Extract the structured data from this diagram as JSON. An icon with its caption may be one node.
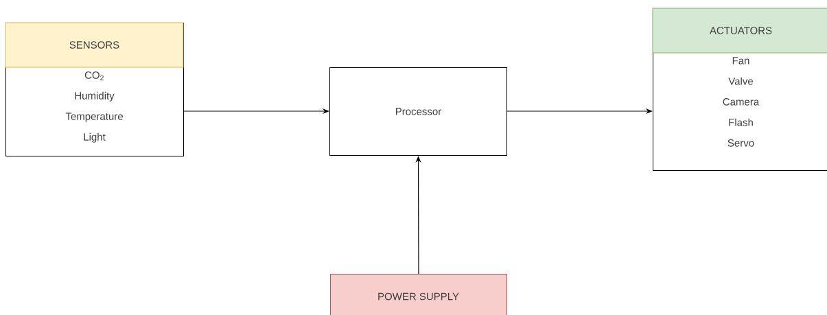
{
  "diagram": {
    "nodes": [
      {
        "text": [
          "SENSORS",
          "CO$_{2}$",
          "Humidity",
          "Temperature",
          "Light"
        ]
      },
      {
        "text": [
          "Processor"
        ]
      },
      {
        "text": [
          "ACTUATORS",
          "Fan",
          "Valve",
          "Camera",
          "Flash",
          "Servo"
        ]
      },
      {
        "text": [
          "POWER SUPPLY"
        ]
      }
    ],
    "edges": [
      {
        "from": 0,
        "to": 1,
        "arrow": "to"
      },
      {
        "from": 1,
        "to": 2,
        "arrow": "to"
      },
      {
        "from": 3,
        "to": 1,
        "arrow": "to"
      }
    ]
  }
}
